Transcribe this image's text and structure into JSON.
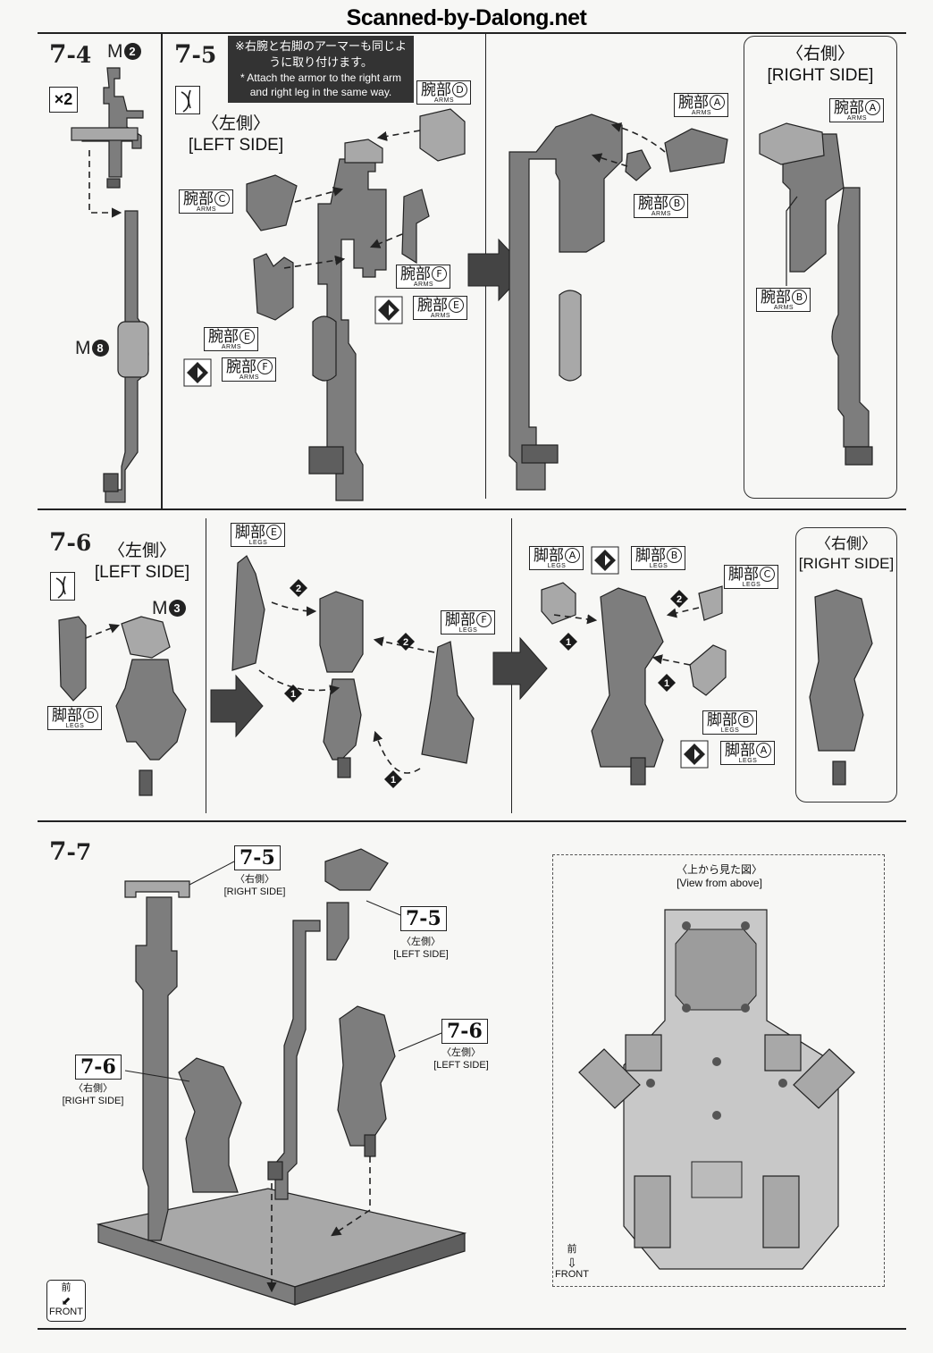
{
  "watermark": "Scanned-by-Dalong.net",
  "steps": {
    "s74": {
      "label_a": "7",
      "label_b": "-4",
      "runner": "M",
      "runner_num": "2",
      "times": "×2",
      "runner_b": "M",
      "runner_b_num": "8"
    },
    "s75": {
      "label_a": "7",
      "label_b": "-5",
      "note_jp": "※右腕と右脚のアーマーも同じように取り付けます。",
      "note_en": "* Attach the armor to the right arm and right leg in the same way.",
      "left_jp": "〈左側〉",
      "left_en": "[LEFT SIDE]",
      "right_jp": "〈右側〉",
      "right_en": "[RIGHT SIDE]"
    },
    "s76": {
      "label_a": "7",
      "label_b": "-6",
      "left_jp": "〈左側〉",
      "left_en": "[LEFT SIDE]",
      "right_jp": "〈右側〉",
      "right_en": "[RIGHT SIDE]",
      "runner": "M",
      "runner_num": "3",
      "num1": "1",
      "num2": "2"
    },
    "s77": {
      "label_a": "7",
      "label_b": "-7",
      "ref_75_right": "7-5",
      "ref_75_right_jp": "〈右側〉",
      "ref_75_right_en": "[RIGHT SIDE]",
      "ref_75_left": "7-5",
      "ref_75_left_jp": "〈左側〉",
      "ref_75_left_en": "[LEFT SIDE]",
      "ref_76_right": "7-6",
      "ref_76_right_jp": "〈右側〉",
      "ref_76_right_en": "[RIGHT SIDE]",
      "ref_76_left": "7-6",
      "ref_76_left_jp": "〈左側〉",
      "ref_76_left_en": "[LEFT SIDE]",
      "view_jp": "〈上から見た図〉",
      "view_en": "[View from above]",
      "front_jp": "前",
      "front_en": "FRONT"
    }
  },
  "tags": {
    "arms": "腕部",
    "legs": "脚部",
    "arms_en": "ARMS",
    "legs_en": "LEGS",
    "A": "A",
    "B": "B",
    "C": "C",
    "D": "D",
    "E": "E",
    "F": "F"
  }
}
